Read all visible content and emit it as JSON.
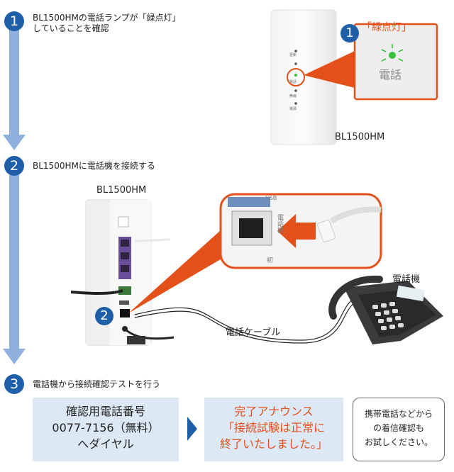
{
  "steps": [
    {
      "number": "1",
      "text_line1": "BL1500HMの電話ランプが「緑点灯」",
      "text_line2": "していることを確認"
    },
    {
      "number": "2",
      "text_line1": "BL1500HMに電話機を接続する"
    },
    {
      "number": "3",
      "text_line1": "電話機から接続確認テストを行う"
    }
  ],
  "panel1": {
    "device_name": "BL1500HM",
    "callout_badge": "1",
    "callout_title": "「緑点灯」",
    "callout_label": "電話",
    "led_labels": [
      "更新",
      "電話",
      "無線",
      "電源"
    ]
  },
  "panel2": {
    "device_name": "BL1500HM",
    "callout_badge": "2",
    "usb_label": "USB",
    "port_label": "電話機",
    "init_label": "初",
    "phone_label": "電話機",
    "cable_label": "電話ケーブル"
  },
  "panel3": {
    "box1": {
      "line1": "確認用電話番号",
      "line2": "0077-7156（無料）",
      "line3": "へダイヤル"
    },
    "box2": {
      "line1": "完了アナウンス",
      "line2": "「接続試験は正常に",
      "line3": "終了いたしました。」"
    },
    "box3": {
      "line1": "携帯電話などから",
      "line2": "の着信確認も",
      "line3": "お試しください。"
    }
  },
  "colors": {
    "accent_blue": "#1f5fa8",
    "arrow_blue": "#8fb0dc",
    "orange": "#e4501a",
    "green_led": "#3ac23a",
    "box_blue": "#dde8f5"
  }
}
